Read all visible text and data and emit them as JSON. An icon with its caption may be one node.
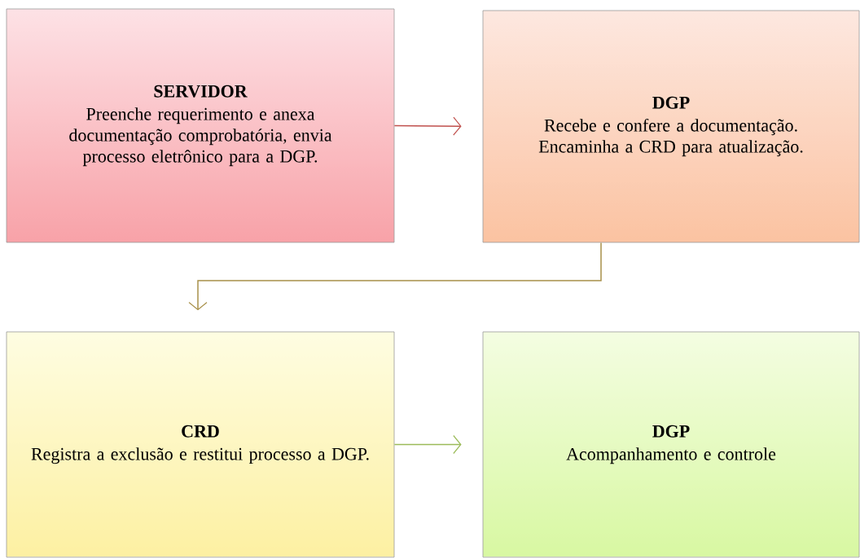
{
  "diagram": {
    "nodes": [
      {
        "text": [
          "SERVIDOR",
          "Preenche requerimento e anexa documentação comprobatória, envia processo eletrônico para a DGP."
        ]
      },
      {
        "text": [
          "DGP",
          "Recebe e confere a documentação. Encaminha a CRD para atualização."
        ]
      },
      {
        "text": [
          "CRD",
          "Registra a exclusão e restitui processo a DGP."
        ]
      },
      {
        "text": [
          "DGP",
          "Acompanhamento e controle"
        ]
      }
    ],
    "edges": [
      {
        "from": 0,
        "to": 1,
        "arrow": "to",
        "color": "#c0504d"
      },
      {
        "from": 1,
        "to": 2,
        "arrow": "to",
        "color": "#a8904a"
      },
      {
        "from": 2,
        "to": 3,
        "arrow": "to",
        "color": "#9bbb59"
      }
    ]
  }
}
